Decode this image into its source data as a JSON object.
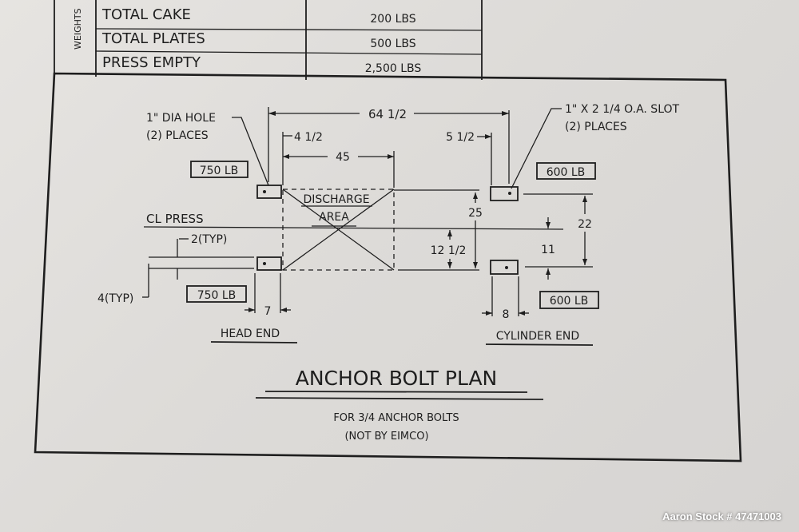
{
  "weights_table": {
    "header": "WEIGHTS",
    "rows": [
      {
        "label": "TOTAL CAKE",
        "value": "200 LBS"
      },
      {
        "label": "TOTAL PLATES",
        "value": "500 LBS"
      },
      {
        "label": "PRESS EMPTY",
        "value": "2,500 LBS"
      }
    ]
  },
  "plan": {
    "callouts": {
      "dia_hole_1": "1\" DIA HOLE",
      "dia_hole_2": "(2) PLACES",
      "slot_1": "1\" X 2 1/4 O.A. SLOT",
      "slot_2": "(2) PLACES"
    },
    "loads": {
      "head_top": "750 LB",
      "head_bottom": "750 LB",
      "cyl_top": "600 LB",
      "cyl_bottom": "600 LB"
    },
    "dimensions": {
      "overall": "64 1/2",
      "head_offset": "4 1/2",
      "discharge_width": "45",
      "cyl_offset": "5 1/2",
      "height_25": "25",
      "height_22": "22",
      "half_12": "12 1/2",
      "half_11": "11",
      "typ_2": "2(TYP)",
      "typ_4": "4(TYP)",
      "head_7": "7",
      "cyl_8": "8"
    },
    "discharge_label_1": "DISCHARGE",
    "discharge_label_2": "AREA",
    "centerline_label": "CL PRESS",
    "head_end_label": "HEAD END",
    "cylinder_end_label": "CYLINDER END",
    "title": "ANCHOR BOLT PLAN",
    "note_1": "FOR 3/4 ANCHOR BOLTS",
    "note_2": "(NOT BY EIMCO)"
  },
  "watermark": "Aaron Stock # 47471003"
}
